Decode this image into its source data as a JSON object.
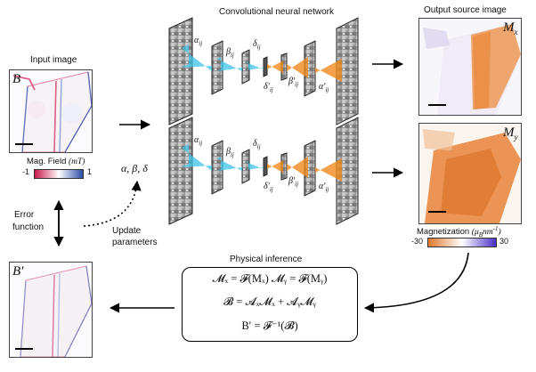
{
  "cnn_title": "Convolutional neural network",
  "output_title": "Output source image",
  "input_title": "Input image",
  "mag_field": {
    "label": "Mag. Field",
    "unit": "(mT)",
    "min": "-1",
    "max": "1",
    "colors": [
      "#c8184b",
      "#ffffff",
      "#2b4fa8"
    ]
  },
  "magnetization": {
    "label": "Magnetization",
    "unit": "(μ",
    "unit2": "B",
    "unit3": "nm",
    "unit4": "-1",
    "unit5": ")",
    "min": "-30",
    "max": "30",
    "colors": [
      "#e0782a",
      "#ffffff",
      "#4a2fc8"
    ]
  },
  "error_function": {
    "line1": "Error",
    "line2": "function"
  },
  "update_parameters": {
    "line1": "Update",
    "line2": "parameters"
  },
  "params_label": "α, β, δ",
  "labels": {
    "B": "B",
    "B_prime": "B′",
    "Mx": "M",
    "Mx_sub": "x",
    "My": "M",
    "My_sub": "y",
    "alpha": "α",
    "beta": "β",
    "delta": "δ",
    "ij": "ij",
    "delta_p": "δ′",
    "beta_p": "β′",
    "alpha_p": "α′"
  },
  "physical_inference": {
    "title": "Physical inference",
    "eq1": "𝓜ₓ = 𝓕(Mₓ)    𝓜ᵧ = 𝓕(Mᵧ)",
    "eq2": "𝓑 = 𝓐ₓ𝓜ₓ + 𝓐ᵧ𝓜ᵧ",
    "eq3": "B′ = 𝓕⁻¹(𝓑)"
  },
  "colors": {
    "blue_kernel": "#3cc3e8",
    "orange_kernel": "#f08a1e",
    "arrow": "#000000"
  }
}
